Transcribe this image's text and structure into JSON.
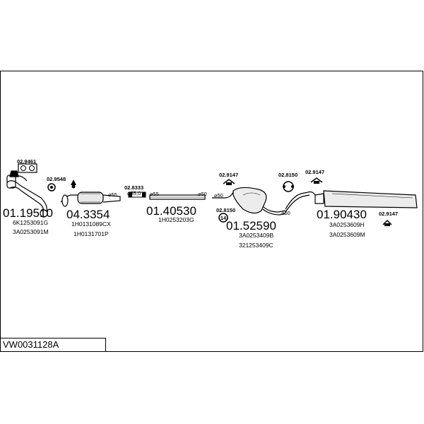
{
  "assembly_code": "VW0031128A",
  "parts": [
    {
      "number": "01.19510",
      "refs": [
        "6K1253091G",
        "3A0253091M"
      ]
    },
    {
      "number": "04.3354",
      "refs": [
        "1H0131089CX",
        "1H0131701P"
      ]
    },
    {
      "number": "01.40530",
      "refs": [
        "1H0253203G"
      ]
    },
    {
      "number": "01.52590",
      "refs": [
        "3A0253409B",
        "321253409C"
      ]
    },
    {
      "number": "01.90430",
      "refs": [
        "3A0253609H",
        "3A0253609M"
      ]
    }
  ],
  "accessories": [
    "02.9461",
    "02.9548",
    "02.8333",
    "02.9147",
    "02.8150",
    "02.8150",
    "02.9147",
    "02.9147"
  ],
  "diameters": [
    "⌀55",
    "⌀55",
    "⌀50",
    "⌀50",
    "⌀50",
    "⌀55,0"
  ]
}
